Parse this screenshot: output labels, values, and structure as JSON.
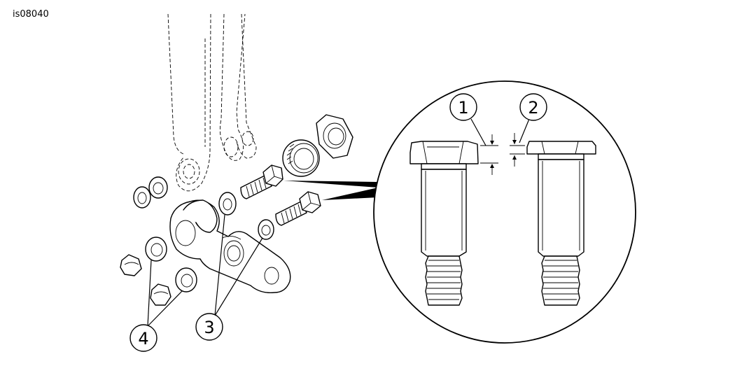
{
  "figure": {
    "doc_id": "is08040",
    "callouts": [
      {
        "number": "1"
      },
      {
        "number": "2"
      },
      {
        "number": "3"
      },
      {
        "number": "4"
      }
    ]
  }
}
